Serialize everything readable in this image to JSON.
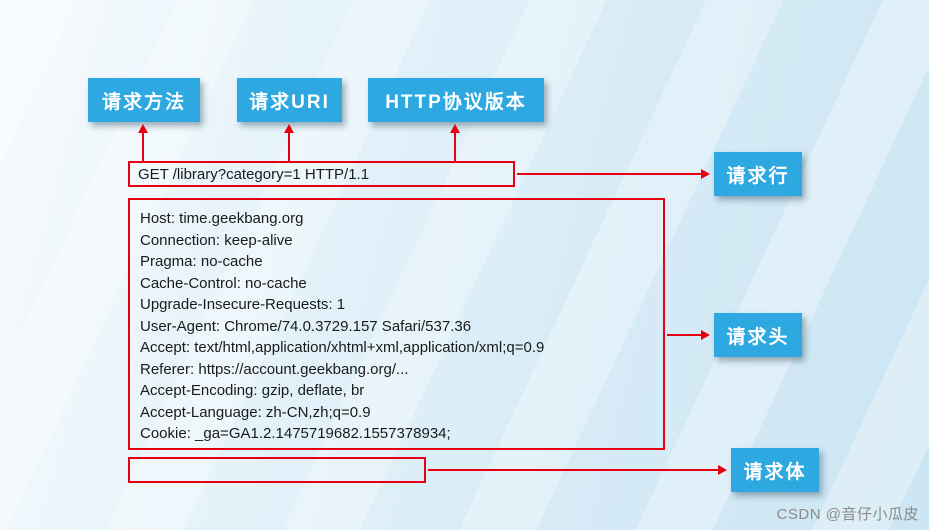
{
  "diagram": {
    "top_labels": {
      "method": "请求方法",
      "uri": "请求URI",
      "version": "HTTP协议版本"
    },
    "side_labels": {
      "request_line": "请求行",
      "request_headers": "请求头",
      "request_body": "请求体"
    },
    "request_line": "GET /library?category=1 HTTP/1.1",
    "headers": [
      "Host: time.geekbang.org",
      "Connection: keep-alive",
      "Pragma: no-cache",
      "Cache-Control: no-cache",
      "Upgrade-Insecure-Requests: 1",
      "User-Agent: Chrome/74.0.3729.157 Safari/537.36",
      "Accept: text/html,application/xhtml+xml,application/xml;q=0.9",
      "Referer: https://account.geekbang.org/...",
      "Accept-Encoding: gzip, deflate, br",
      "Accept-Language: zh-CN,zh;q=0.9",
      "Cookie: _ga=GA1.2.1475719682.1557378934;"
    ],
    "watermark": "CSDN @音仔小瓜皮"
  },
  "colors": {
    "accent_blue": "#2ea8e0",
    "accent_red": "#e60012"
  }
}
